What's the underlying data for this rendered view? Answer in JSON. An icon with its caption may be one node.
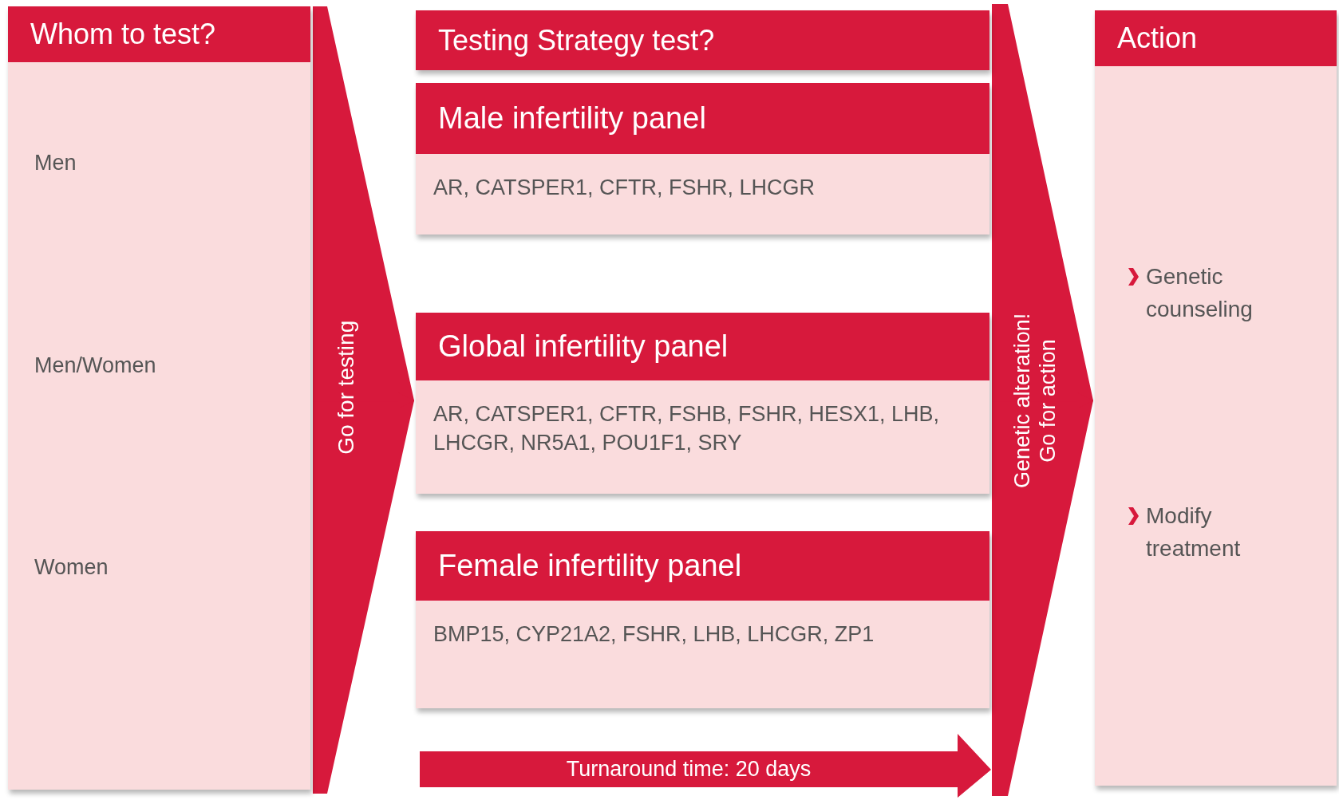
{
  "diagram": {
    "nodes": [
      {
        "text": [
          "Whom to test?",
          "Men",
          "Men/Women",
          "Women"
        ]
      },
      {
        "text": [
          "Testing Strategy test?"
        ]
      },
      {
        "text": [
          "Male infertility panel",
          "AR, CATSPER1, CFTR, FSHR, LHCGR"
        ]
      },
      {
        "text": [
          "Global infertility panel",
          "AR, CATSPER1, CFTR, FSHB, FSHR, HESX1, LHB, LHCGR, NR5A1, POU1F1, SRY"
        ]
      },
      {
        "text": [
          "Female infertility panel",
          "BMP15, CYP21A2, FSHR, LHB, LHCGR, ZP1"
        ]
      },
      {
        "text": [
          "Action",
          "Genetic counseling",
          "Modify treatment"
        ]
      }
    ],
    "edges": [
      {
        "from": 0,
        "to": 3,
        "arrow": "to",
        "label": "Go for testing"
      },
      {
        "from": 3,
        "to": 5,
        "arrow": "to",
        "label": "Genetic alteration! Go for action"
      }
    ],
    "labels": [
      "Turnaround time: 20 days"
    ]
  }
}
